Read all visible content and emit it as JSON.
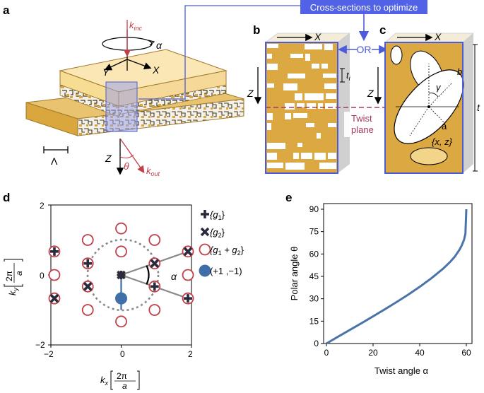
{
  "panel_labels": {
    "a": "a",
    "b": "b",
    "c": "c",
    "d": "d",
    "e": "e"
  },
  "panel_a": {
    "k_inc": "k",
    "k_inc_sub": "inc",
    "alpha": "α",
    "x": "X",
    "y": "Y",
    "z": "Z",
    "theta": "θ",
    "k_out": "k",
    "k_out_sub": "out",
    "lambda": "Λ"
  },
  "header": {
    "cross_sections": "Cross-sections to optimize",
    "or": "OR"
  },
  "panel_b": {
    "x": "X",
    "z": "Z",
    "t_i": "t",
    "t_i_sub": "i",
    "twist_line1": "Twist",
    "twist_line2": "plane"
  },
  "panel_c": {
    "x": "X",
    "z": "Z",
    "b": "b",
    "gamma": "γ",
    "a": "a",
    "xz": "{x, z}",
    "t": "t"
  },
  "panel_d": {
    "y_ticks": [
      "2",
      "0",
      "−2"
    ],
    "x_ticks": [
      "−2",
      "0",
      "2"
    ],
    "ylabel_k": "k",
    "ylabel_sub": "y",
    "xlabel_k": "k",
    "xlabel_sub": "x",
    "unit_num": "2π",
    "unit_den": "a",
    "alpha": "α",
    "legend": [
      {
        "marker": "plus",
        "text": "{g",
        "sub": "1",
        "close": "}"
      },
      {
        "marker": "cross",
        "text": "{g",
        "sub": "2",
        "close": "}"
      },
      {
        "marker": "ring",
        "text": "{g",
        "sub": "1",
        "mid": " + g",
        "sub2": "2",
        "close": "}"
      },
      {
        "marker": "dot",
        "text": "(+1 ,−1)"
      }
    ],
    "colors": {
      "ring": "#c0404a",
      "dot": "#3f6fa8",
      "dark": "#2b2b3c",
      "grey": "#8a8a8a"
    },
    "chart_data": {
      "type": "scatter",
      "xlim": [
        -2,
        2
      ],
      "ylim": [
        -2,
        2
      ],
      "series": [
        {
          "name": "{g1}",
          "points": [
            [
              -1.9,
              0.67
            ],
            [
              -0.95,
              0.33
            ],
            [
              0.0,
              0.0
            ],
            [
              0.95,
              -0.33
            ],
            [
              1.9,
              -0.67
            ]
          ]
        },
        {
          "name": "{g2}",
          "points": [
            [
              -1.9,
              -0.67
            ],
            [
              -0.95,
              -0.33
            ],
            [
              0.0,
              0.0
            ],
            [
              0.95,
              0.33
            ],
            [
              1.9,
              0.67
            ]
          ]
        },
        {
          "name": "{g1 + g2}",
          "points": [
            [
              -1.9,
              0.67
            ],
            [
              -1.9,
              0.0
            ],
            [
              -1.9,
              -0.67
            ],
            [
              -0.95,
              1.0
            ],
            [
              -0.95,
              0.33
            ],
            [
              -0.95,
              -0.33
            ],
            [
              -0.95,
              -1.0
            ],
            [
              0.0,
              1.33
            ],
            [
              0.0,
              0.67
            ],
            [
              0.0,
              -0.67
            ],
            [
              0.0,
              -1.33
            ],
            [
              0.95,
              1.0
            ],
            [
              0.95,
              0.33
            ],
            [
              0.95,
              -0.33
            ],
            [
              0.95,
              -1.0
            ],
            [
              1.9,
              0.67
            ],
            [
              1.9,
              0.0
            ],
            [
              1.9,
              -0.67
            ]
          ]
        },
        {
          "name": "(+1 ,−1)",
          "points": [
            [
              0.0,
              -0.67
            ]
          ]
        }
      ]
    }
  },
  "panel_e": {
    "chart_data": {
      "type": "line",
      "xlabel": "Twist angle α",
      "ylabel": "Polar angle θ",
      "xlim": [
        0,
        60
      ],
      "ylim": [
        0,
        90
      ],
      "x_ticks": [
        0,
        20,
        40,
        60
      ],
      "y_ticks": [
        0,
        15,
        30,
        45,
        60,
        75,
        90
      ],
      "series": [
        {
          "x": [
            0,
            5,
            10,
            15,
            20,
            25,
            30,
            35,
            40,
            45,
            50,
            53,
            55,
            57,
            58,
            59,
            59.6,
            60
          ],
          "y": [
            0,
            4.6,
            9.1,
            13.6,
            18.2,
            22.9,
            27.7,
            32.7,
            38.0,
            43.7,
            50.1,
            54.6,
            58.1,
            62.7,
            65.6,
            69.5,
            73.5,
            90
          ],
          "color": "#4a74a8"
        }
      ]
    }
  }
}
